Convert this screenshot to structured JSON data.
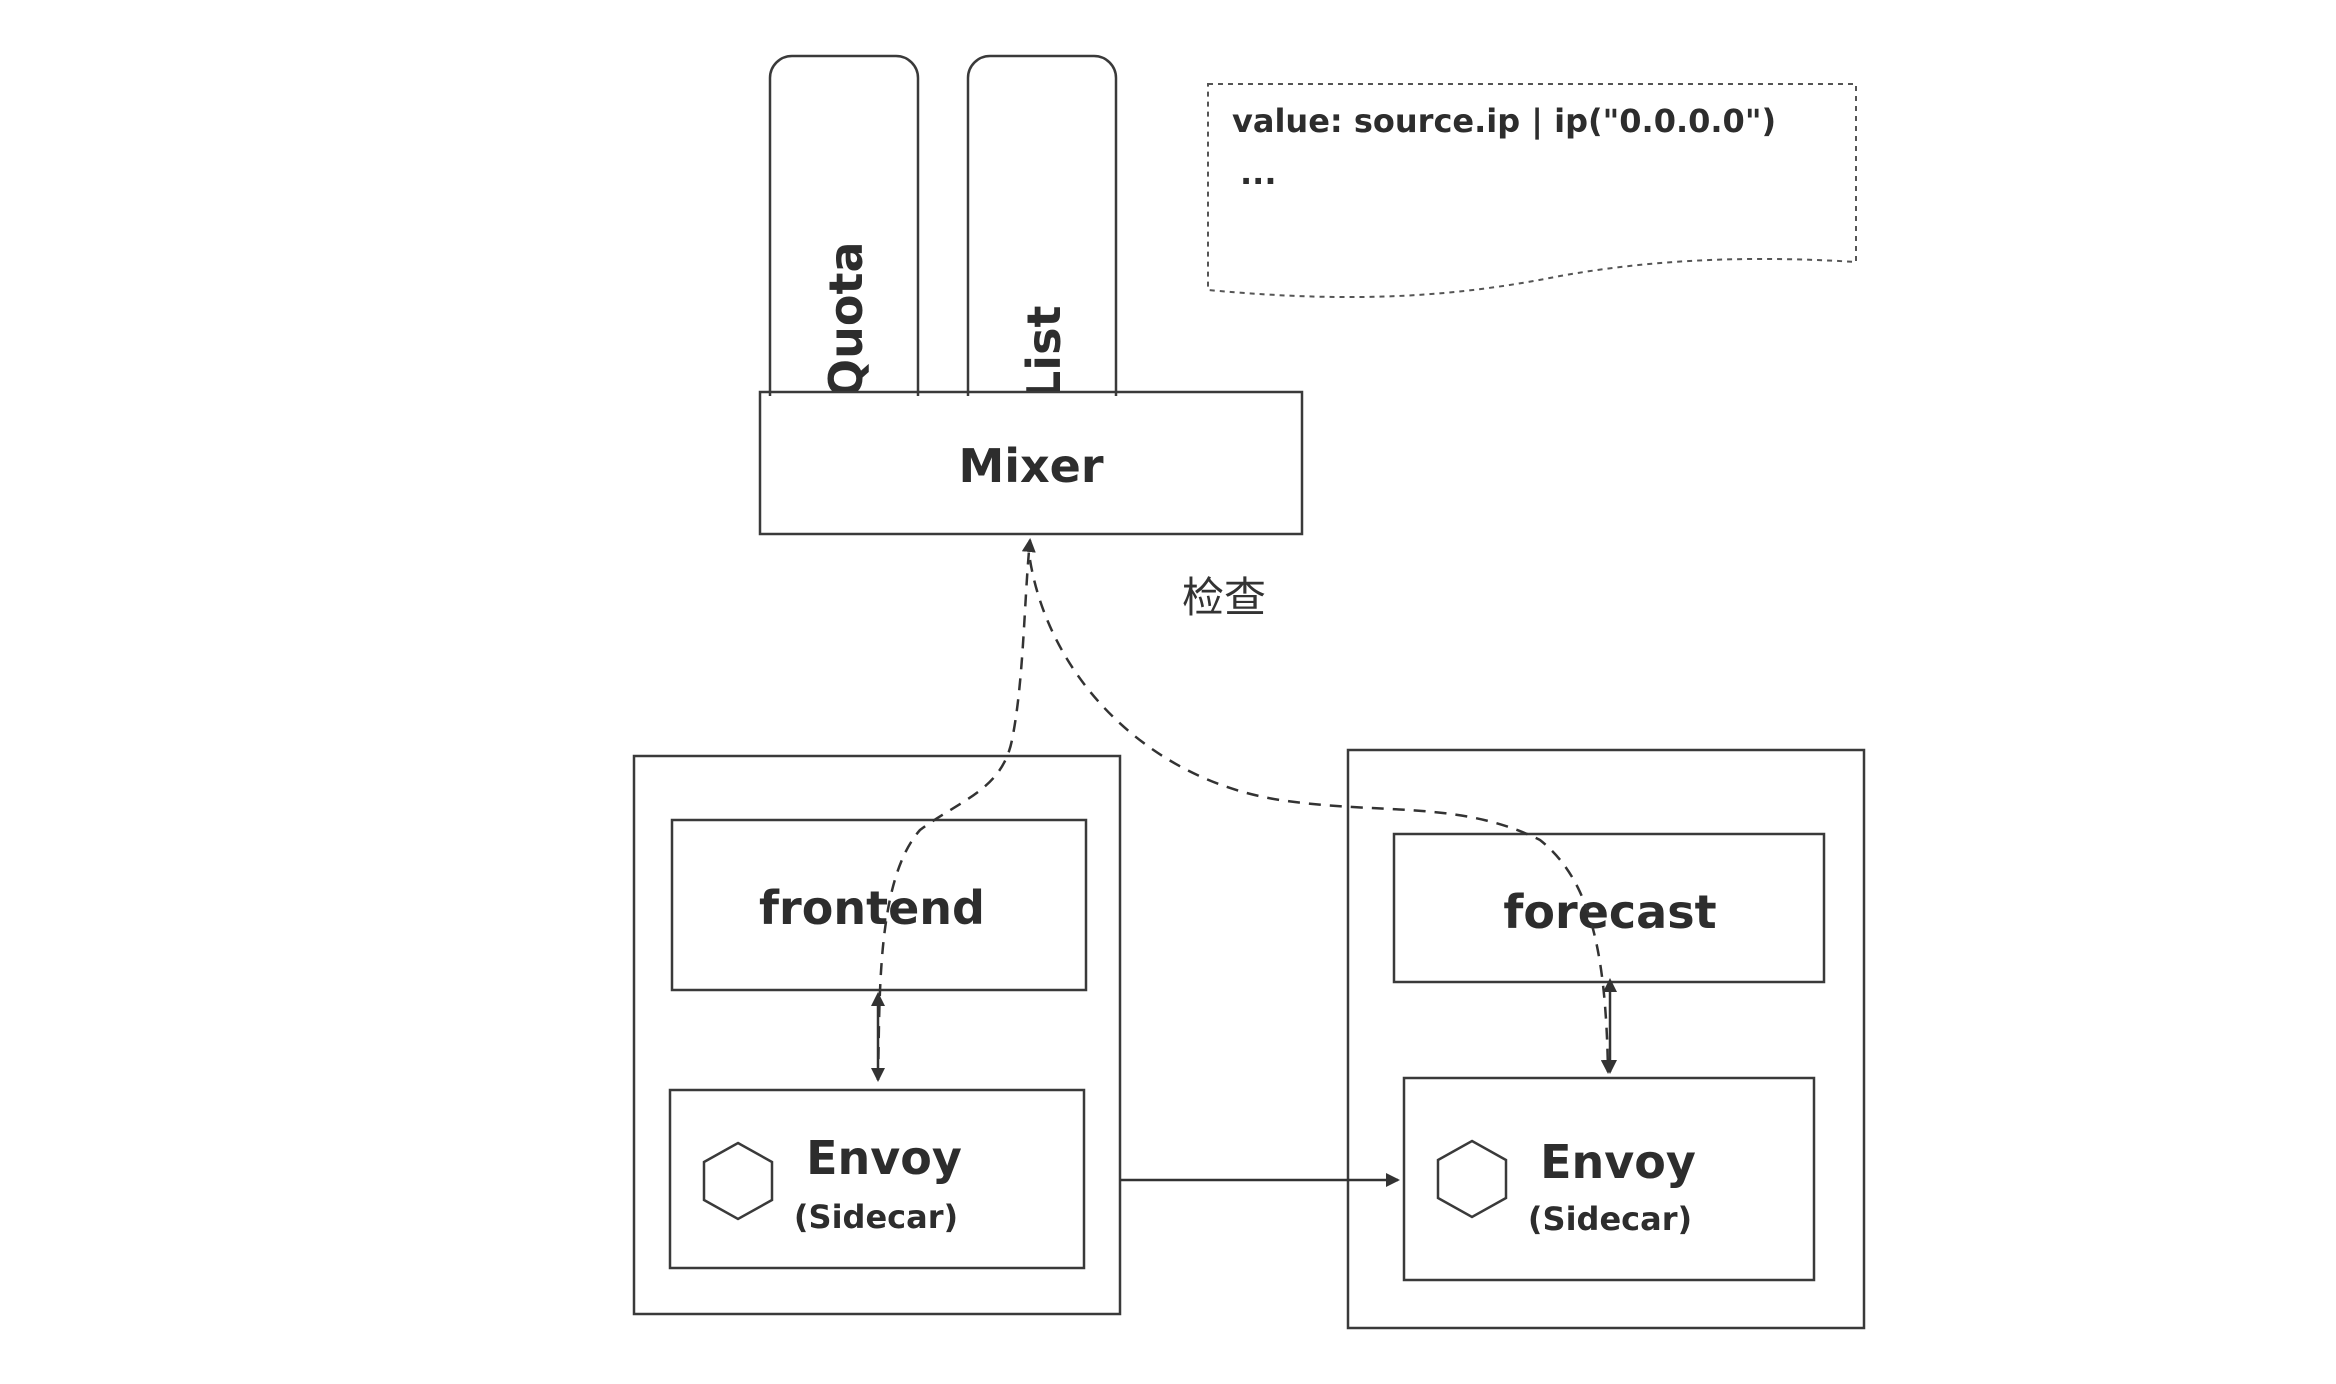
{
  "note": {
    "line1": "value: source.ip | ip(\"0.0.0.0\")",
    "line2": "..."
  },
  "adapters": {
    "quota": "Quota",
    "list": "List"
  },
  "mixer": {
    "label": "Mixer"
  },
  "check_label": "检查",
  "pods": {
    "frontend": {
      "service": "frontend",
      "proxy": "Envoy",
      "proxy_sub": "(Sidecar)"
    },
    "forecast": {
      "service": "forecast",
      "proxy": "Envoy",
      "proxy_sub": "(Sidecar)"
    }
  },
  "icons": {
    "proxy_icon": "hexagon-icon"
  }
}
